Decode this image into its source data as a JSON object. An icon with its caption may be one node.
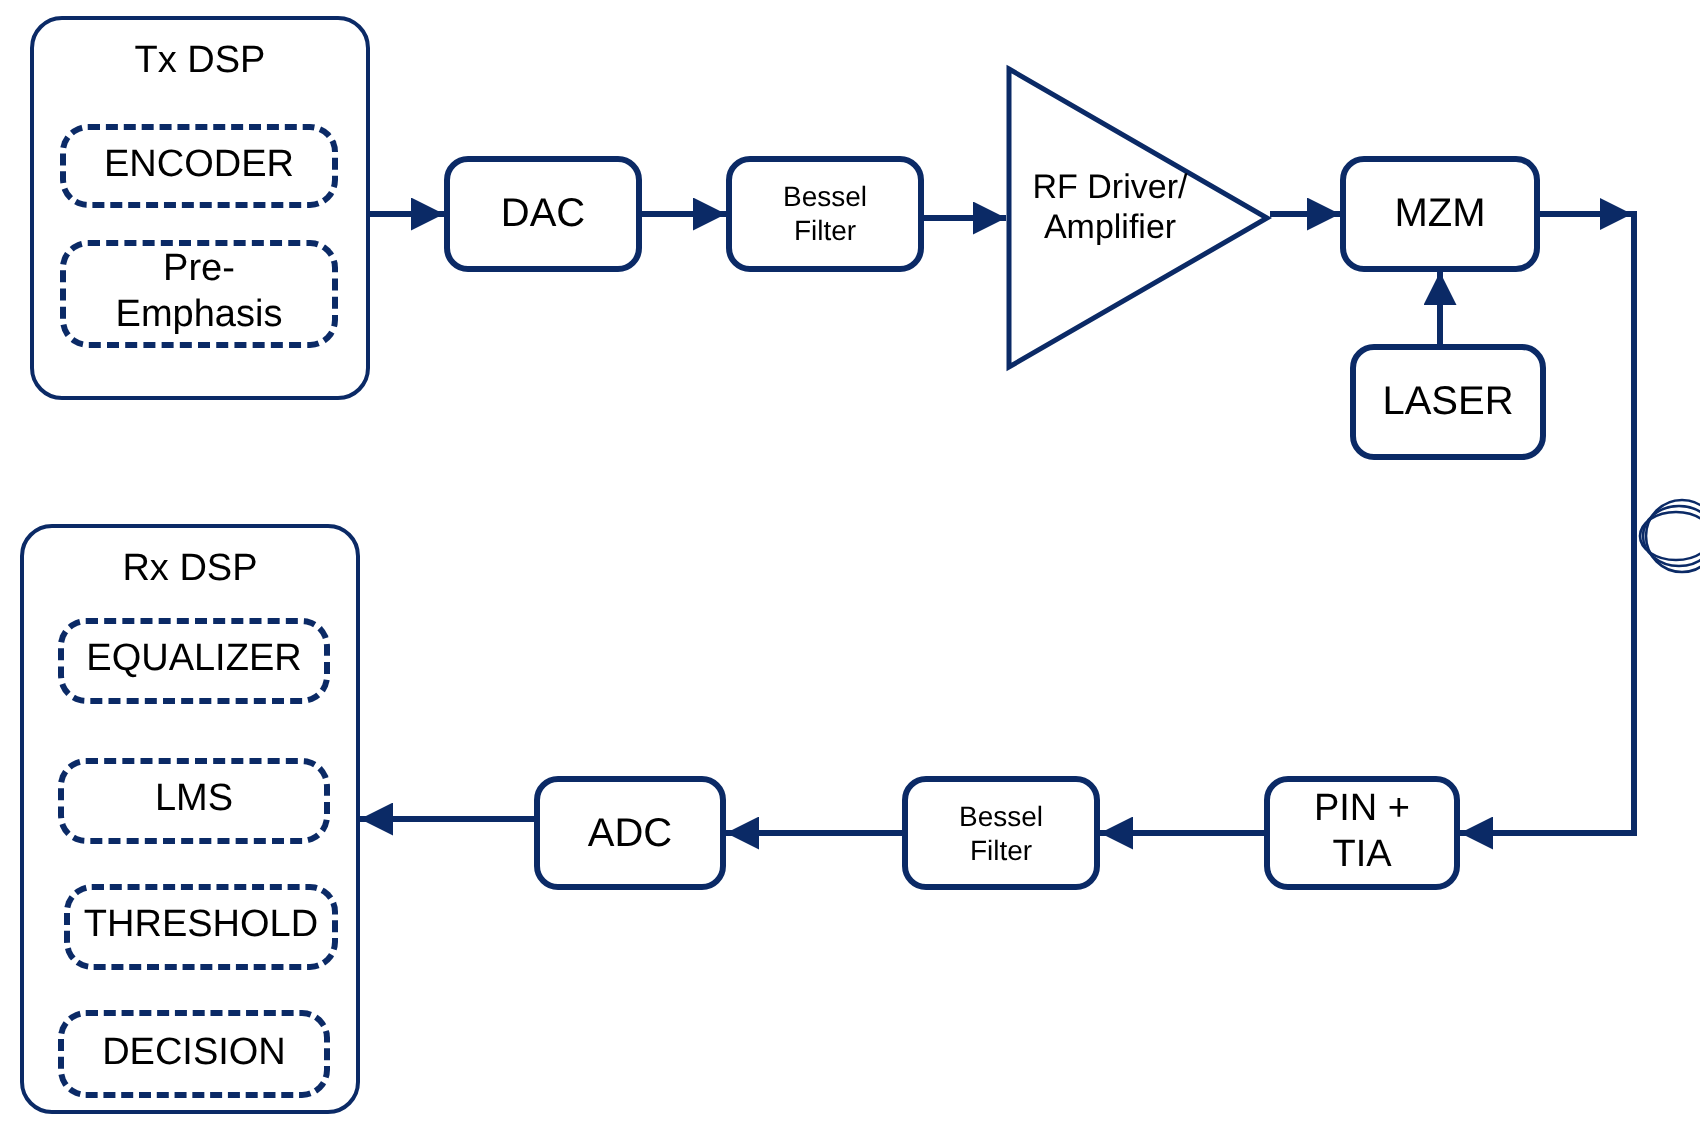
{
  "diagram": {
    "nodes": [
      {
        "text": [
          "Tx DSP"
        ]
      },
      {
        "text": [
          "ENCODER"
        ],
        "in": 0
      },
      {
        "text": [
          "Pre- Emphasis"
        ],
        "in": 0
      },
      {
        "text": [
          "DAC"
        ]
      },
      {
        "text": [
          "Bessel Filter"
        ]
      },
      {
        "text": [
          "RF Driver/ Amplifier"
        ]
      },
      {
        "text": [
          "MZM"
        ]
      },
      {
        "text": [
          "LASER"
        ]
      },
      {
        "text": [
          "PIN + TIA"
        ]
      },
      {
        "text": [
          "Bessel Filter"
        ]
      },
      {
        "text": [
          "ADC"
        ]
      },
      {
        "text": [
          "Rx DSP"
        ]
      },
      {
        "text": [
          "EQUALIZER"
        ],
        "in": 11
      },
      {
        "text": [
          "LMS"
        ],
        "in": 11
      },
      {
        "text": [
          "THRESHOLD"
        ],
        "in": 11
      },
      {
        "text": [
          "DECISION"
        ],
        "in": 11
      }
    ],
    "edges": [
      {
        "from": 0,
        "to": 3,
        "arrow": "to"
      },
      {
        "from": 3,
        "to": 4,
        "arrow": "to"
      },
      {
        "from": 4,
        "to": 5,
        "arrow": "to"
      },
      {
        "from": 5,
        "to": 6,
        "arrow": "to"
      },
      {
        "from": 7,
        "to": 6,
        "arrow": "to"
      },
      {
        "from": 6,
        "to": 8,
        "arrow": "to"
      },
      {
        "from": 8,
        "to": 9,
        "arrow": "to"
      },
      {
        "from": 9,
        "to": 10,
        "arrow": "to"
      },
      {
        "from": 10,
        "to": 11,
        "arrow": "to"
      }
    ]
  }
}
